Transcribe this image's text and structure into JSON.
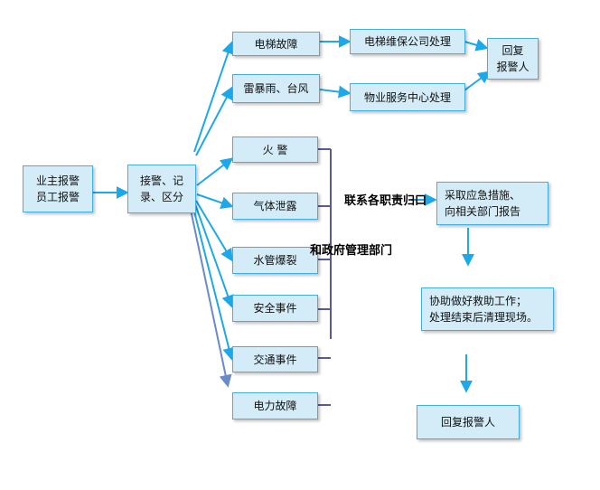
{
  "nodes": {
    "report_source": "业主报警\n员工报警",
    "receive": "接警、记\n录、区分",
    "elevator": "电梯故障",
    "storm": "雷暴雨、台风",
    "fire": "火  警",
    "gas": "气体泄露",
    "pipe": "水管爆裂",
    "safety": "安全事件",
    "traffic": "交通事件",
    "power": "电力故障",
    "elevator_company": "电梯维保公司处理",
    "property_center": "物业服务中心处理",
    "reply_top": "回复\n报警人",
    "emergency": "采取应急措施、\n向相关部门报告",
    "assist": "协助做好救助工作；\n处理结束后清理现场。",
    "reply_bottom": "回复报警人"
  },
  "labels": {
    "liaison": "联系各职责归口",
    "gov": "和政府管理部门"
  },
  "colors": {
    "arrow": "#1ea8e8",
    "bracket": "#5a5a9a",
    "box_fill": "#d3ecf8",
    "box_border": "#3fb0e0"
  }
}
